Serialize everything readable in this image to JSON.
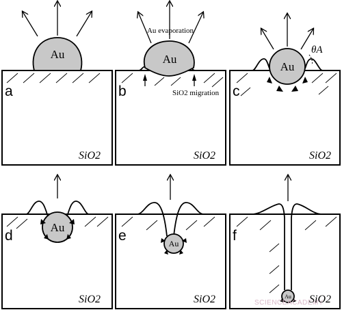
{
  "panels": [
    {
      "letter": "a",
      "substrate": "SiO2",
      "particle": "Au"
    },
    {
      "letter": "b",
      "substrate": "SiO2",
      "particle": "Au",
      "note_top": "Au evaporation",
      "note_bottom": "SiO2 migration"
    },
    {
      "letter": "c",
      "substrate": "SiO2",
      "particle": "Au",
      "angle_label": "θA"
    },
    {
      "letter": "d",
      "substrate": "SiO2",
      "particle": "Au"
    },
    {
      "letter": "e",
      "substrate": "SiO2",
      "particle": "Au"
    },
    {
      "letter": "f",
      "substrate": "SiO2",
      "particle": "Au"
    }
  ],
  "watermark": "SCIENCEACADEMY",
  "colors": {
    "particle_fill": "#c8c8c8",
    "outline": "#000000",
    "background": "#ffffff"
  }
}
